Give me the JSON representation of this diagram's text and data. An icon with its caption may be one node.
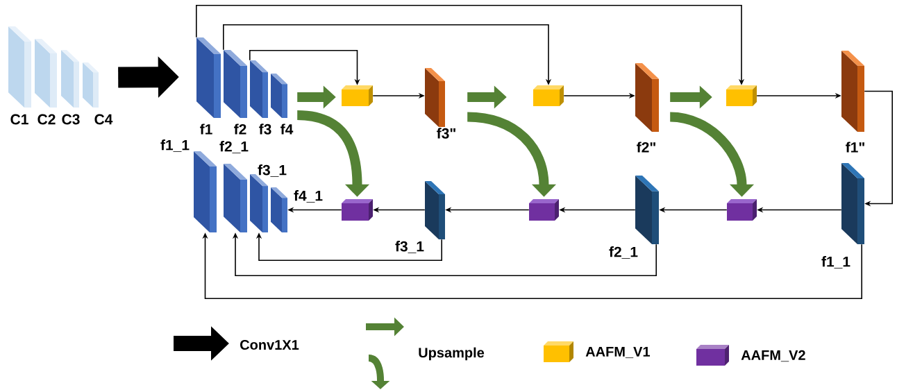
{
  "diagram": {
    "nodes": [
      {
        "text": [
          "C1"
        ]
      },
      {
        "text": [
          "C2"
        ]
      },
      {
        "text": [
          "C3"
        ]
      },
      {
        "text": [
          "C4"
        ]
      },
      {
        "text": [
          "f1"
        ]
      },
      {
        "text": [
          "f2"
        ]
      },
      {
        "text": [
          "f3"
        ]
      },
      {
        "text": [
          "f4"
        ]
      },
      {
        "text": [
          "f1_1"
        ]
      },
      {
        "text": [
          "f2_1"
        ]
      },
      {
        "text": [
          "f3_1"
        ]
      },
      {
        "text": [
          "f4_1"
        ]
      },
      {
        "text": [],
        "shape": "box"
      },
      {
        "text": [
          "f3\""
        ]
      },
      {
        "text": [],
        "shape": "box"
      },
      {
        "text": [
          "f2\""
        ]
      },
      {
        "text": [],
        "shape": "box"
      },
      {
        "text": [
          "f1\""
        ]
      },
      {
        "text": [],
        "shape": "box"
      },
      {
        "text": [
          "f3_1"
        ]
      },
      {
        "text": [],
        "shape": "box"
      },
      {
        "text": [
          "f2_1"
        ]
      },
      {
        "text": [],
        "shape": "box"
      },
      {
        "text": [
          "f1_1"
        ]
      }
    ],
    "edges": [
      {
        "from": 3,
        "to": 4,
        "arrow": "to",
        "style": "thick"
      },
      {
        "from": 7,
        "to": 12,
        "arrow": "to",
        "style": "thick",
        "color": "#548235"
      },
      {
        "from": 7,
        "to": 18,
        "arrow": "to",
        "style": "thick",
        "color": "#548235"
      },
      {
        "from": 13,
        "to": 14,
        "arrow": "to",
        "style": "thick",
        "color": "#548235"
      },
      {
        "from": 13,
        "to": 20,
        "arrow": "to",
        "style": "thick",
        "color": "#548235"
      },
      {
        "from": 15,
        "to": 16,
        "arrow": "to",
        "style": "thick",
        "color": "#548235"
      },
      {
        "from": 15,
        "to": 22,
        "arrow": "to",
        "style": "thick",
        "color": "#548235"
      },
      {
        "from": 6,
        "to": 12,
        "arrow": "to"
      },
      {
        "from": 5,
        "to": 14,
        "arrow": "to"
      },
      {
        "from": 4,
        "to": 16,
        "arrow": "to"
      },
      {
        "from": 12,
        "to": 13,
        "arrow": "to"
      },
      {
        "from": 14,
        "to": 15,
        "arrow": "to"
      },
      {
        "from": 16,
        "to": 17,
        "arrow": "to"
      },
      {
        "from": 17,
        "to": 23,
        "arrow": "to"
      },
      {
        "from": 23,
        "to": 22,
        "arrow": "to"
      },
      {
        "from": 22,
        "to": 21,
        "arrow": "to"
      },
      {
        "from": 21,
        "to": 20,
        "arrow": "to"
      },
      {
        "from": 20,
        "to": 19,
        "arrow": "to"
      },
      {
        "from": 19,
        "to": 18,
        "arrow": "to"
      },
      {
        "from": 18,
        "to": 11,
        "arrow": "to"
      },
      {
        "from": 19,
        "to": 10,
        "arrow": "to"
      },
      {
        "from": 21,
        "to": 9,
        "arrow": "to"
      },
      {
        "from": 23,
        "to": 8,
        "arrow": "to"
      }
    ],
    "legend": [
      {
        "text": "Conv1X1"
      },
      {
        "text": "Upsample"
      },
      {
        "text": "AAFM_V1",
        "color": "#ffc000"
      },
      {
        "text": "AAFM_V2",
        "color": "#7030a0"
      }
    ]
  }
}
